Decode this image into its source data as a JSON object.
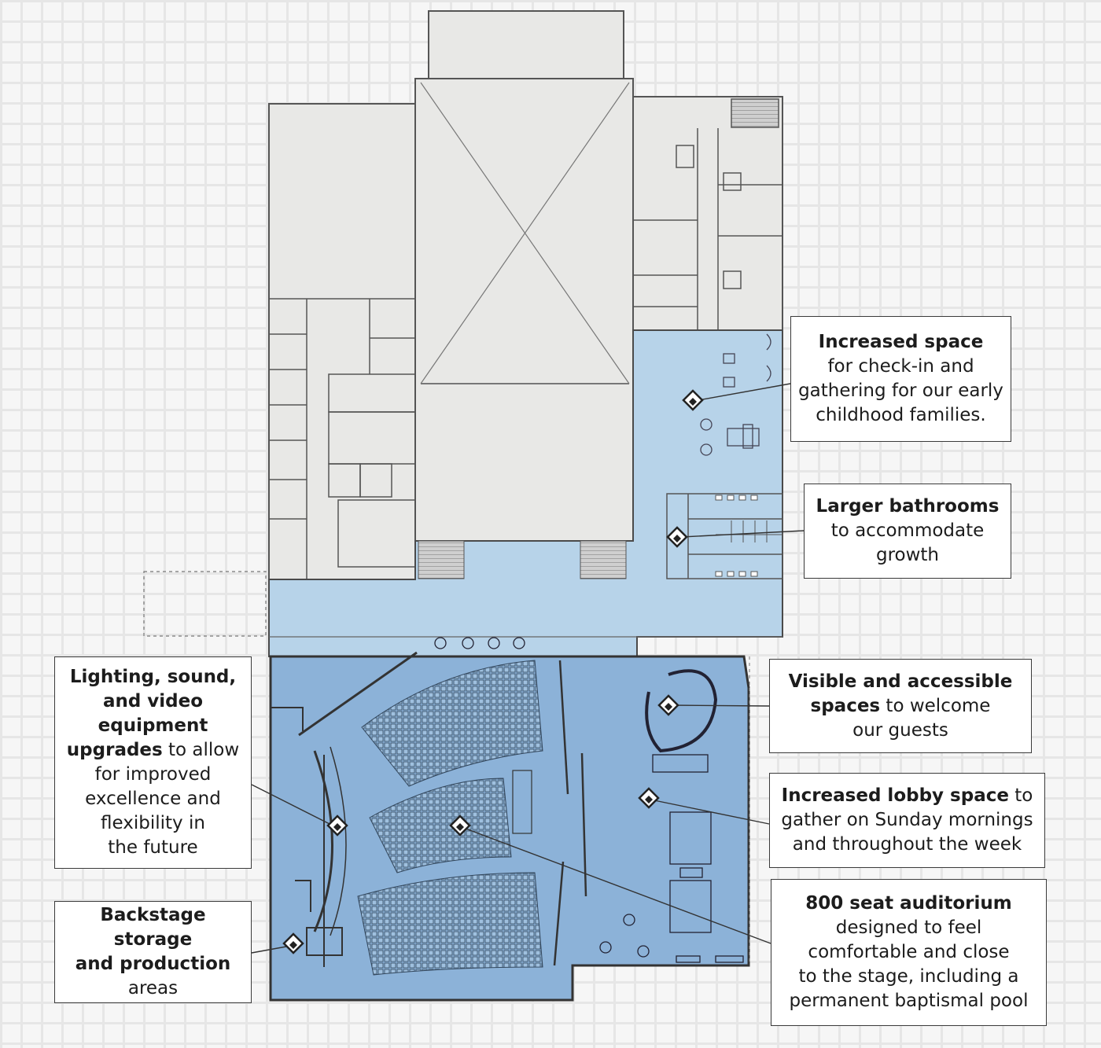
{
  "callouts": {
    "checkin": {
      "bold": "Increased space",
      "l1": "for check-in and",
      "l2": "gathering for our early",
      "l3": "childhood families."
    },
    "bathrooms": {
      "bold": "Larger bathrooms",
      "l1": "to accommodate",
      "l2": "growth"
    },
    "lighting": {
      "b1": "Lighting, sound,",
      "b2": "and video",
      "b3": "equipment",
      "b4": "upgrades",
      "t4": " to allow",
      "l1": "for improved",
      "l2": "excellence and",
      "l3": "flexibility in",
      "l4": "the future"
    },
    "visible": {
      "b1": "Visible and accessible",
      "b2": "spaces",
      "t2": " to welcome",
      "l1": "our guests"
    },
    "lobby": {
      "bold": "Increased lobby space",
      "t1": " to",
      "l1": "gather on Sunday mornings",
      "l2": "and throughout the week"
    },
    "backstage": {
      "b1": "Backstage storage",
      "b2": "and production",
      "l1": "areas"
    },
    "auditorium": {
      "bold": "800 seat auditorium",
      "l1": "designed to feel",
      "l2": "comfortable and close",
      "l3": "to the stage, including a",
      "l4": "permanent baptismal pool"
    }
  },
  "colors": {
    "existing_building": "#e8e8e6",
    "light_blue_zone": "#b7d3e9",
    "dark_blue_zone": "#8cb2d8",
    "wall": "#4a4a4a",
    "callout_border": "#3a3a3a"
  }
}
